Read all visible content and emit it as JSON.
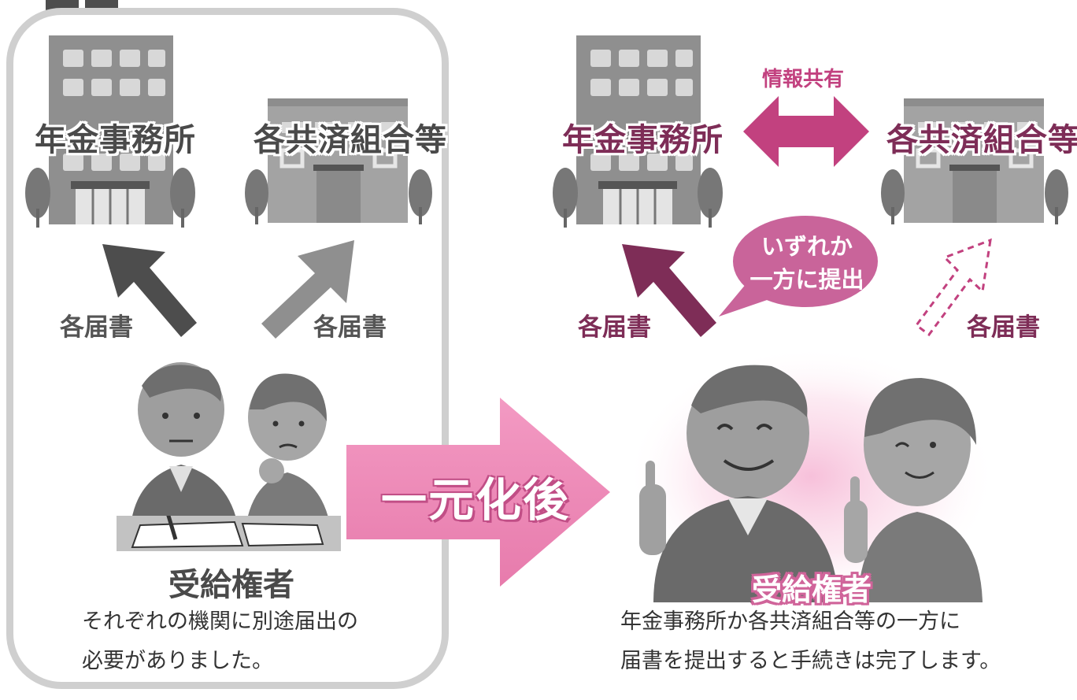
{
  "before": {
    "office_label": "年金事務所",
    "mutual_label": "各共済組合等",
    "doc_label_left": "各届書",
    "doc_label_right": "各届書",
    "recipient_label": "受給権者",
    "description_lines": [
      "それぞれの機関に別途届出の",
      "必要がありました。"
    ]
  },
  "transition": {
    "label": "一元化後"
  },
  "after": {
    "office_label": "年金事務所",
    "mutual_label": "各共済組合等",
    "share_label": "情報共有",
    "doc_label_left": "各届書",
    "doc_label_right": "各届書",
    "bubble_lines": [
      "いずれか",
      "一方に提出"
    ],
    "recipient_label": "受給権者",
    "description_lines": [
      "年金事務所か各共済組合等の一方に",
      "届書を提出すると手続きは完了します。"
    ]
  },
  "colors": {
    "accent_pink": "#c2417f",
    "dark_plum": "#7e2d57",
    "arrow_pink": "#ee86b4",
    "bubble_pink": "#c9649a",
    "gray_dark": "#4a4a4a",
    "gray_panel": "#cfcfcf"
  }
}
